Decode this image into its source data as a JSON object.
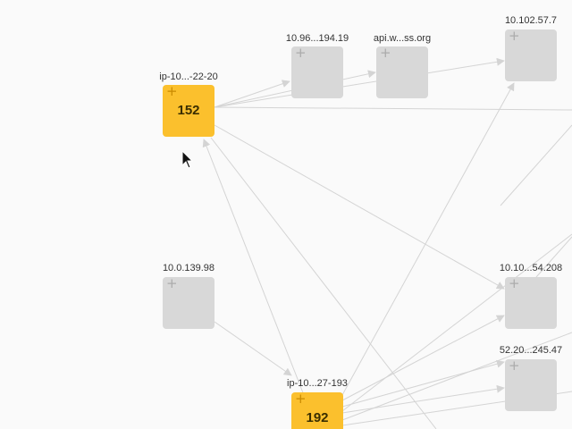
{
  "graph": {
    "nodes": [
      {
        "id": "n1",
        "label": "ip-10...-22-20",
        "count": "152",
        "active": true
      },
      {
        "id": "n2",
        "label": "10.96...194.19",
        "count": "",
        "active": false
      },
      {
        "id": "n3",
        "label": "api.w...ss.org",
        "count": "",
        "active": false
      },
      {
        "id": "n4",
        "label": "10.102.57.7",
        "count": "",
        "active": false
      },
      {
        "id": "n5",
        "label": "10.0.139.98",
        "count": "",
        "active": false
      },
      {
        "id": "n6",
        "label": "10.10...54.208",
        "count": "",
        "active": false
      },
      {
        "id": "n7",
        "label": "52.20...245.47",
        "count": "",
        "active": false
      },
      {
        "id": "n8",
        "label": "ip-10...27-193",
        "count": "192",
        "active": true
      }
    ],
    "expand_glyph": "+"
  },
  "colors": {
    "active_node": "#fbc02d",
    "inactive_node": "#d8d8d8",
    "edge": "#d4d4d4"
  }
}
